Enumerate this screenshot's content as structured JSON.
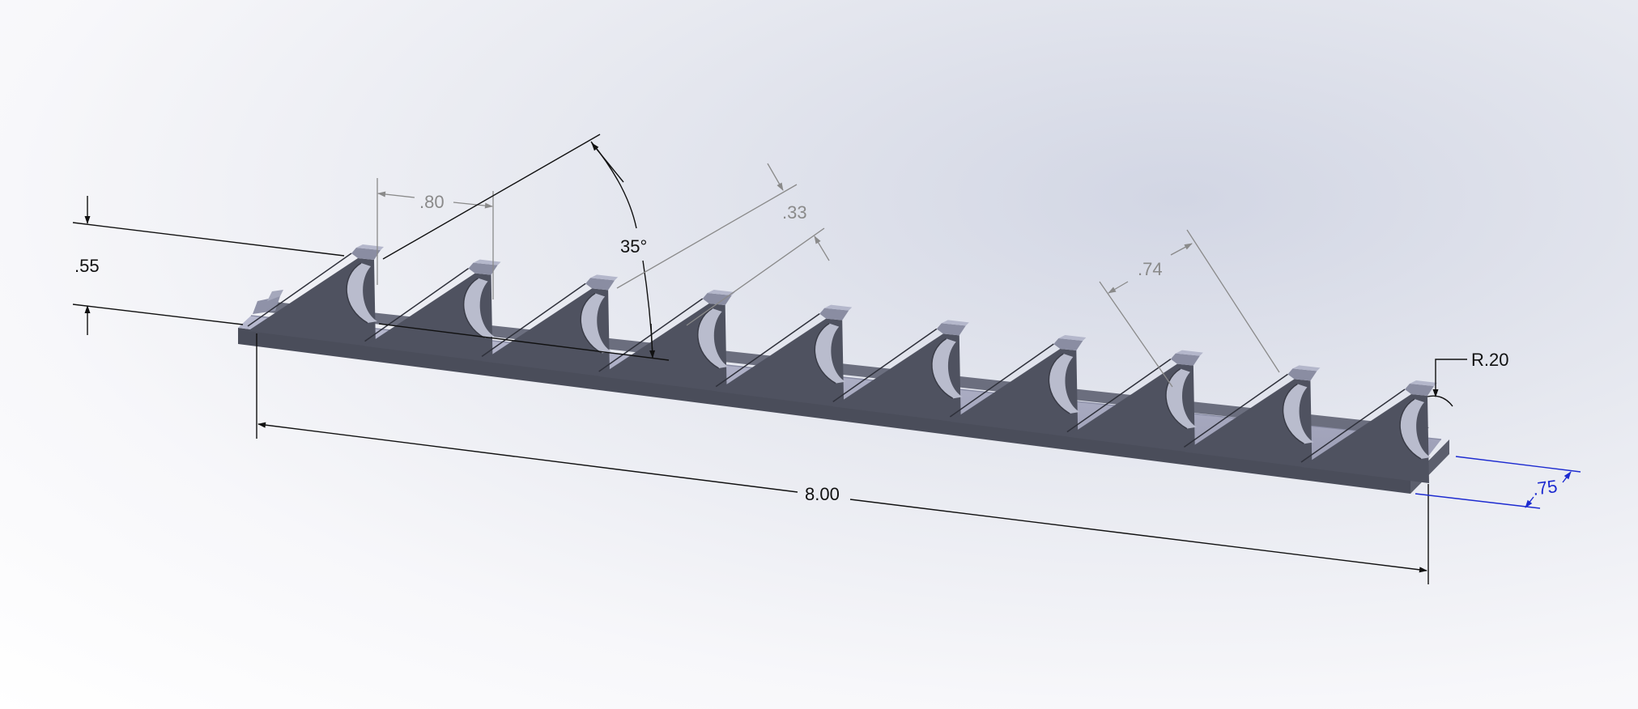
{
  "dimensions": {
    "height": ".55",
    "pitch": ".80",
    "angle": "35°",
    "thickness": ".33",
    "spacing": ".74",
    "radius": "R.20",
    "length": "8.00",
    "width": ".75"
  },
  "colors": {
    "dim_black": "#111111",
    "dim_gray": "#8a8a8a",
    "dim_blue": "#1d2bd0",
    "part_dark": "#4f5260",
    "part_top": "#a7a9bf",
    "cutout": "#b9bccd"
  },
  "teeth_count": 10
}
